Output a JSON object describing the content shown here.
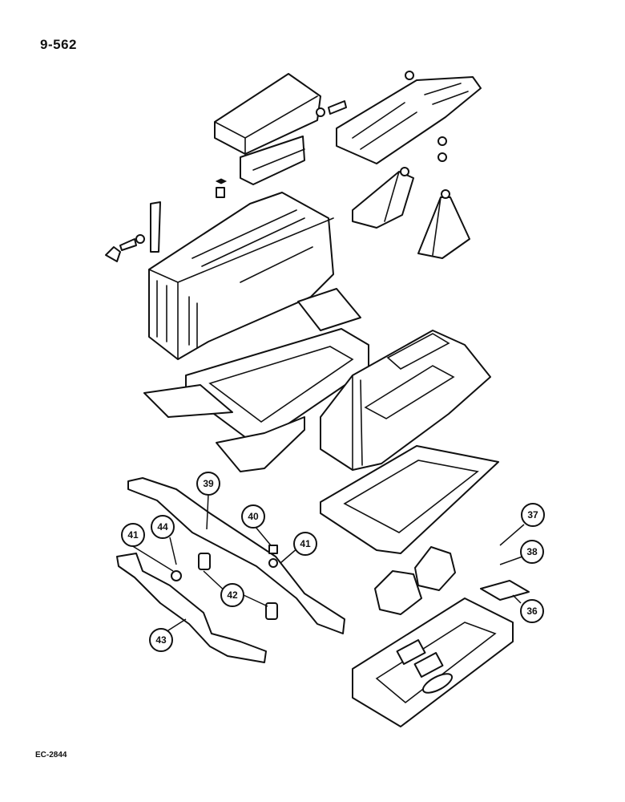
{
  "page_number": "9-562",
  "figure_code": "EC-2844",
  "callouts": [
    {
      "id": "c36",
      "label": "36"
    },
    {
      "id": "c37",
      "label": "37"
    },
    {
      "id": "c38",
      "label": "38"
    },
    {
      "id": "c39",
      "label": "39"
    },
    {
      "id": "c40",
      "label": "40"
    },
    {
      "id": "c41a",
      "label": "41"
    },
    {
      "id": "c41b",
      "label": "41"
    },
    {
      "id": "c42",
      "label": "42"
    },
    {
      "id": "c43",
      "label": "43"
    },
    {
      "id": "c44",
      "label": "44"
    }
  ]
}
